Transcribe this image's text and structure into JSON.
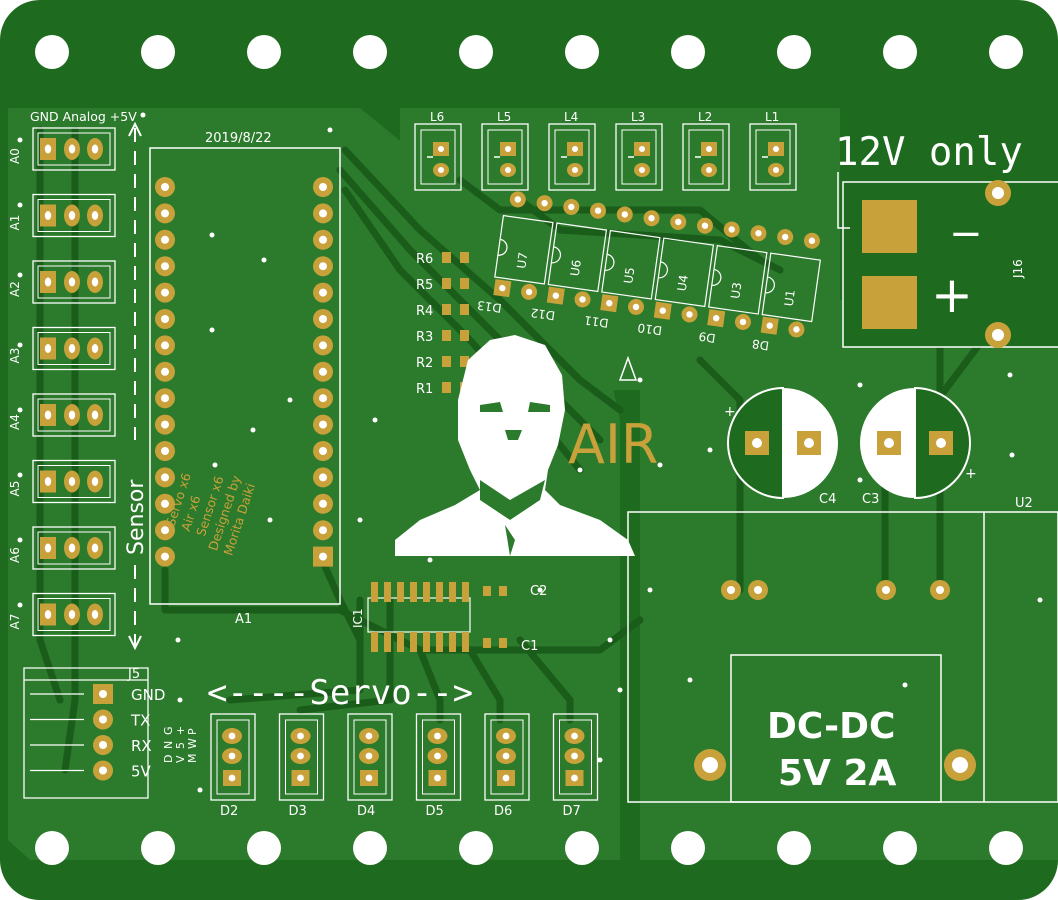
{
  "board": {
    "date": "2019/8/22",
    "supply_warning": "12V only",
    "logo_text": "AIR",
    "colors": {
      "soldermask": "#1e6a1e",
      "copper_pour": "#2c7a2c",
      "pad_gold": "#c9a13b",
      "silkscreen": "#ffffff",
      "hole": "#ffffff"
    }
  },
  "sensor_header": {
    "column_labels": "GND Analog +5V",
    "side_label": "Sensor",
    "rows": [
      "A0",
      "A1",
      "A2",
      "A3",
      "A4",
      "A5",
      "A6",
      "A7"
    ]
  },
  "module_a1": {
    "ref": "A1",
    "description": [
      "Servo x6",
      "Air x6",
      "Sensor x6",
      "Designed by",
      "Morita Daiki"
    ]
  },
  "led_headers": [
    "L6",
    "L5",
    "L4",
    "L3",
    "L2",
    "L1"
  ],
  "resistors": [
    "R6",
    "R5",
    "R4",
    "R3",
    "R2",
    "R1"
  ],
  "transistors": [
    "U7",
    "U6",
    "U5",
    "U4",
    "U3",
    "U1"
  ],
  "diodes_top": [
    "D13",
    "D12",
    "D11",
    "D10",
    "D9",
    "D8"
  ],
  "caps": {
    "c1": "C1",
    "c2": "C2",
    "c3": "C3",
    "c4": "C4",
    "plus": "+"
  },
  "ic": "IC1",
  "power_connector": {
    "ref": "J16",
    "minus": "−",
    "plus": "+"
  },
  "dcdc": {
    "ref": "U2",
    "line1": "DC-DC",
    "line2": "5V 2A"
  },
  "serial": {
    "ref": "J5",
    "pins": [
      "GND",
      "TX",
      "RX",
      "5V"
    ]
  },
  "servo": {
    "banner": "<----Servo-->",
    "pin_labels": [
      [
        "G",
        "N",
        "D"
      ],
      [
        "+",
        "5",
        "V"
      ],
      [
        "P",
        "W",
        "M"
      ]
    ],
    "refs": [
      "D2",
      "D3",
      "D4",
      "D5",
      "D6",
      "D7"
    ]
  }
}
